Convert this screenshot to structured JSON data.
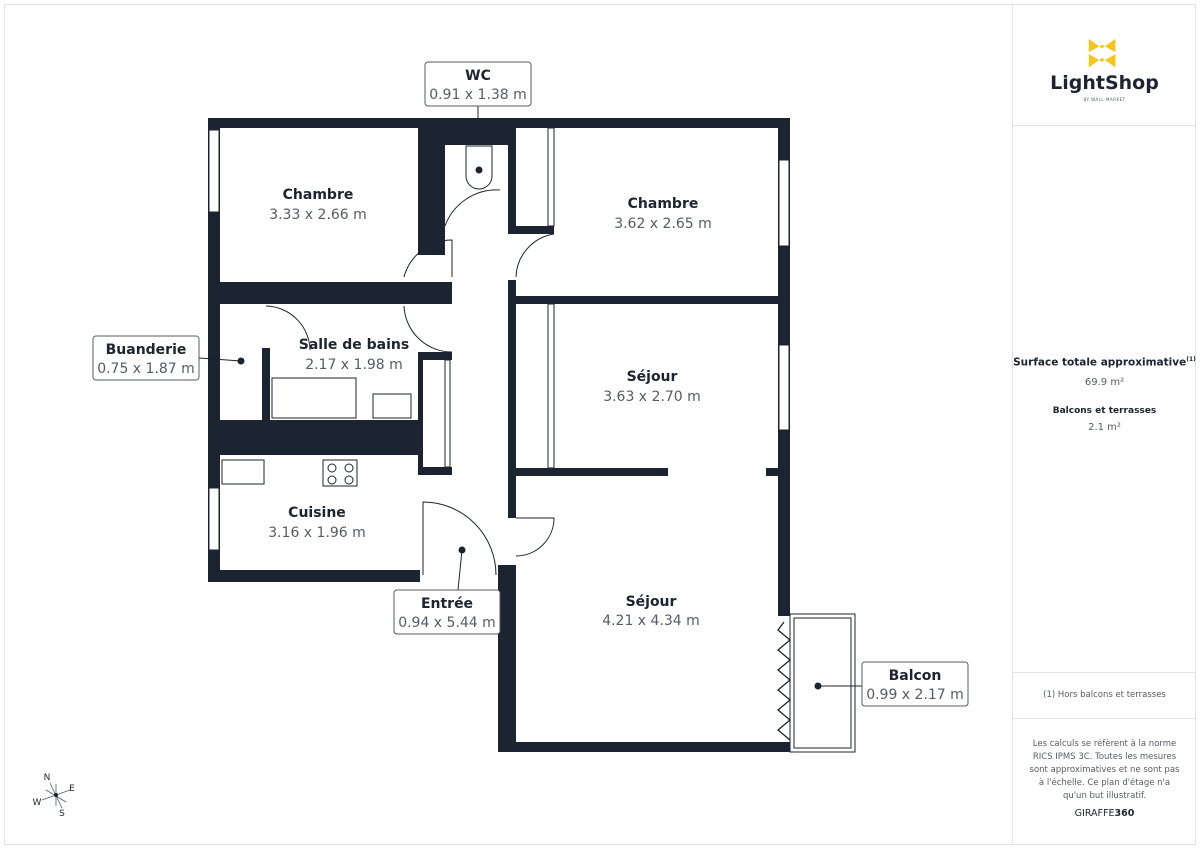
{
  "rooms": [
    {
      "name": "Chambre",
      "dims": "3.33 x 2.66 m"
    },
    {
      "name": "Chambre",
      "dims": "3.62 x 2.65 m"
    },
    {
      "name": "WC",
      "dims": "0.91 x 1.38 m"
    },
    {
      "name": "Salle de bains",
      "dims": "2.17 x 1.98 m"
    },
    {
      "name": "Buanderie",
      "dims": "0.75 x 1.87 m"
    },
    {
      "name": "Séjour",
      "dims": "3.63 x 2.70 m"
    },
    {
      "name": "Cuisine",
      "dims": "3.16 x 1.96 m"
    },
    {
      "name": "Entrée",
      "dims": "0.94 x 5.44 m"
    },
    {
      "name": "Séjour",
      "dims": "4.21 x 4.34 m"
    },
    {
      "name": "Balcon",
      "dims": "0.99 x 2.17 m"
    }
  ],
  "compass": {
    "n": "N",
    "e": "E",
    "s": "S",
    "w": "W"
  },
  "brand": {
    "name": "LightShop",
    "tagline": "BY WALL-MARKET",
    "accent": "#f5c518"
  },
  "summary": {
    "total_label": "Surface totale approximative",
    "total_note": "(1)",
    "total_value": "69.9 m²",
    "balcony_label": "Balcons et terrasses",
    "balcony_value": "2.1 m²",
    "footnote": "(1) Hors balcons et terrasses",
    "disclaimer": "Les calculs se réfèrent à la norme RICS IPMS 3C. Toutes les mesures sont approximatives et ne sont pas à l'échelle. Ce plan d'étage n'a qu'un but illustratif.",
    "credit_a": "GIRAFFE",
    "credit_b": "360"
  },
  "colors": {
    "wall": "#1c2331",
    "text": "#1c2331",
    "muted": "#555b66"
  }
}
